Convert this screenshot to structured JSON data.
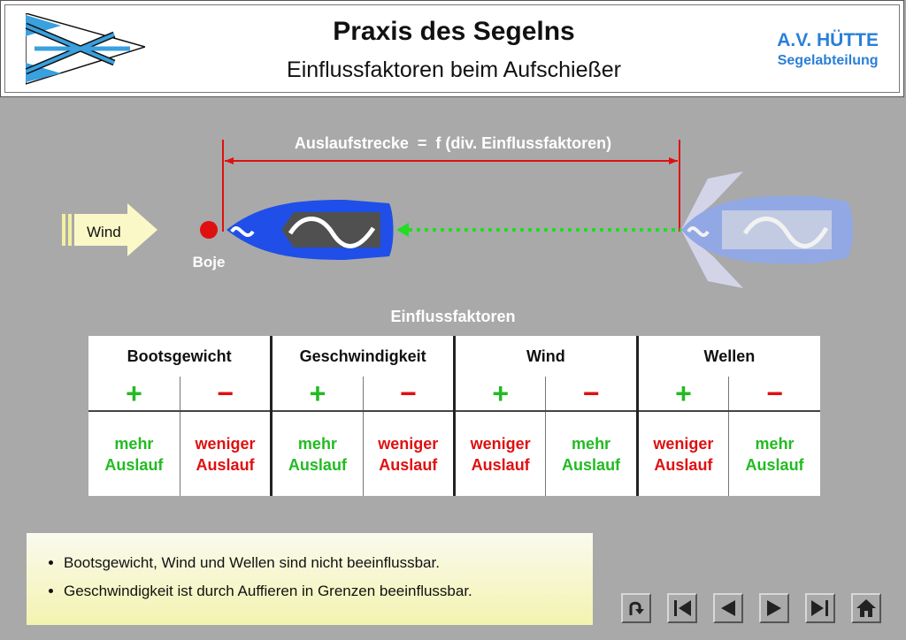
{
  "header": {
    "title": "Praxis des Segelns",
    "subtitle": "Einflussfaktoren beim Aufschießer",
    "org_name": "A.V. HÜTTE",
    "org_dept": "Segelabteilung"
  },
  "diagram": {
    "distance_label": "Auslaufstrecke  =  f (div. Einflussfaktoren)",
    "wind_label": "Wind",
    "buoy_label": "Boje"
  },
  "table": {
    "title": "Einflussfaktoren",
    "plus": "+",
    "minus": "−",
    "groups": [
      {
        "name": "Bootsgewicht",
        "plus": [
          "mehr",
          "Auslauf"
        ],
        "minus": [
          "weniger",
          "Auslauf"
        ]
      },
      {
        "name": "Geschwindigkeit",
        "plus": [
          "mehr",
          "Auslauf"
        ],
        "minus": [
          "weniger",
          "Auslauf"
        ]
      },
      {
        "name": "Wind",
        "plus": [
          "weniger",
          "Auslauf"
        ],
        "minus": [
          "mehr",
          "Auslauf"
        ]
      },
      {
        "name": "Wellen",
        "plus": [
          "weniger",
          "Auslauf"
        ],
        "minus": [
          "mehr",
          "Auslauf"
        ]
      }
    ]
  },
  "notes": [
    "Bootsgewicht, Wind und Wellen sind nicht beeinflussbar.",
    "Geschwindigkeit ist durch Auffieren in Grenzen beeinflussbar."
  ],
  "colors": {
    "accent_blue": "#2a7fd8",
    "positive": "#22bb22",
    "negative": "#e01010",
    "boat_blue": "#1f4fe8"
  },
  "nav_icons": [
    "return-icon",
    "first-icon",
    "previous-icon",
    "next-icon",
    "last-icon",
    "home-icon"
  ]
}
